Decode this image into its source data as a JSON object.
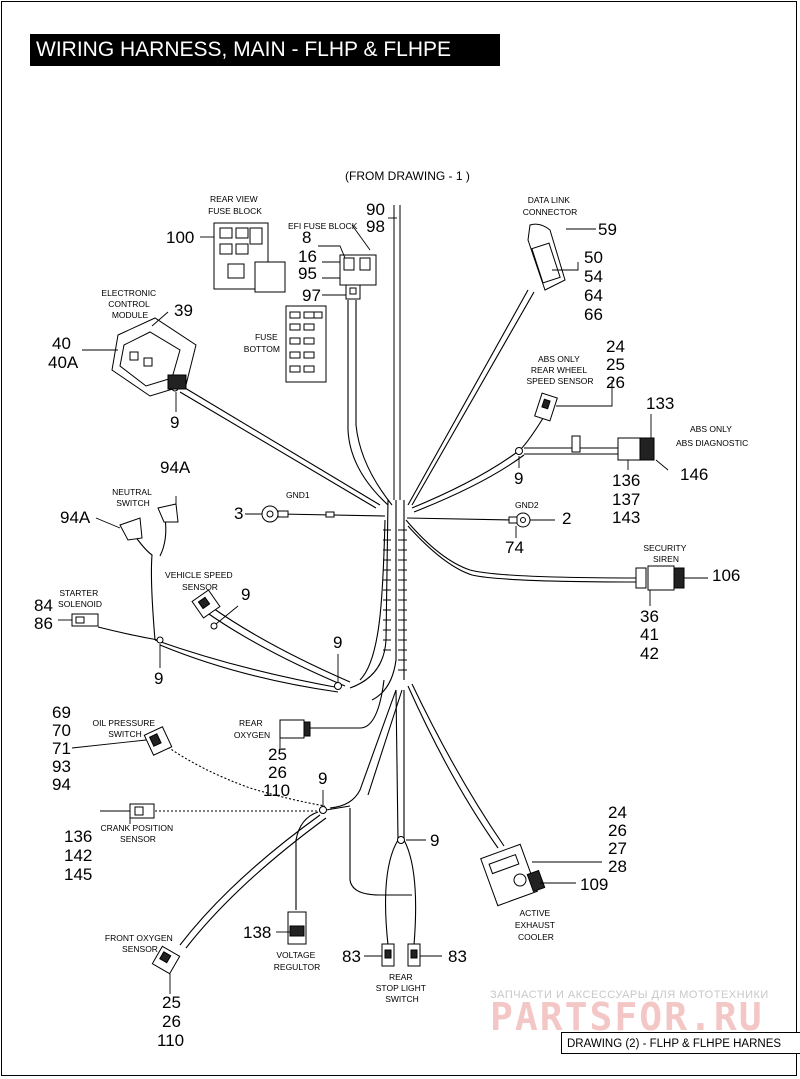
{
  "title": "WIRING HARNESS, MAIN - FLHP & FLHPE",
  "from_drawing": "(FROM DRAWING - 1 )",
  "footer": "DRAWING (2) - FLHP & FLHPE HARNES",
  "watermark": {
    "line1": "ЗАПЧАСТИ И АКСЕССУАРЫ ДЛЯ МОТОТЕХНИКИ",
    "line2": "PARTSFOR.RU",
    "color": "#e06060"
  },
  "components": {
    "rear_view_fuse_block": [
      "REAR VIEW",
      "FUSE BLOCK"
    ],
    "efi_fuse_block": "EFI FUSE BLOCK",
    "fuse_bottom": [
      "FUSE",
      "BOTTOM"
    ],
    "ecm": [
      "ELECTRONIC",
      "CONTROL",
      "MODULE"
    ],
    "data_link": [
      "DATA LINK",
      "CONNECTOR"
    ],
    "abs_rear_sensor": [
      "ABS ONLY",
      "REAR WHEEL",
      "SPEED SENSOR"
    ],
    "abs_diagnostic": [
      "ABS ONLY",
      "ABS DIAGNOSTIC"
    ],
    "neutral_switch": [
      "NEUTRAL",
      "SWITCH"
    ],
    "gnd1": "GND1",
    "gnd2": "GND2",
    "vehicle_speed": [
      "VEHICLE SPEED",
      "SENSOR"
    ],
    "starter_solenoid": [
      "STARTER",
      "SOLENOID"
    ],
    "security_siren": [
      "SECURITY",
      "SIREN"
    ],
    "oil_pressure": [
      "OIL PRESSURE",
      "SWITCH"
    ],
    "rear_oxygen": [
      "REAR",
      "OXYGEN"
    ],
    "crank_position": [
      "CRANK POSITION",
      "SENSOR"
    ],
    "front_oxygen": [
      "FRONT OXYGEN",
      "SENSOR"
    ],
    "voltage_regulator": [
      "VOLTAGE",
      "REGULTOR"
    ],
    "rear_stop_light": [
      "REAR",
      "STOP LIGHT",
      "SWITCH"
    ],
    "active_exhaust": [
      "ACTIVE",
      "EXHAUST",
      "COOLER"
    ]
  },
  "callouts": {
    "c90": "90",
    "c98": "98",
    "c59": "59",
    "c100": "100",
    "c8": "8",
    "c16": "16",
    "c95": "95",
    "c97": "97",
    "c39": "39",
    "c40": "40",
    "c40a": "40A",
    "c50": "50",
    "c54": "54",
    "c64": "64",
    "c66": "66",
    "c9_ecm": "9",
    "c24a": "24",
    "c25a": "25",
    "c26a": "26",
    "c133": "133",
    "c9_abs": "9",
    "c136a": "136",
    "c137": "137",
    "c143": "143",
    "c146": "146",
    "c94a_top": "94A",
    "c94a_left": "94A",
    "c3": "3",
    "c2": "2",
    "c74": "74",
    "c9_vss": "9",
    "c84": "84",
    "c86": "86",
    "c9_sol": "9",
    "c9_mid": "9",
    "c106": "106",
    "c36": "36",
    "c41": "41",
    "c42": "42",
    "c69": "69",
    "c70": "70",
    "c71": "71",
    "c93": "93",
    "c94": "94",
    "c25b": "25",
    "c26b": "26",
    "c110b": "110",
    "c9_low": "9",
    "c136b": "136",
    "c142": "142",
    "c145": "145",
    "c24c": "24",
    "c26c": "26",
    "c27": "27",
    "c28": "28",
    "c109": "109",
    "c9_stop": "9",
    "c138": "138",
    "c83a": "83",
    "c83b": "83",
    "c25d": "25",
    "c26d": "26",
    "c110d": "110"
  }
}
